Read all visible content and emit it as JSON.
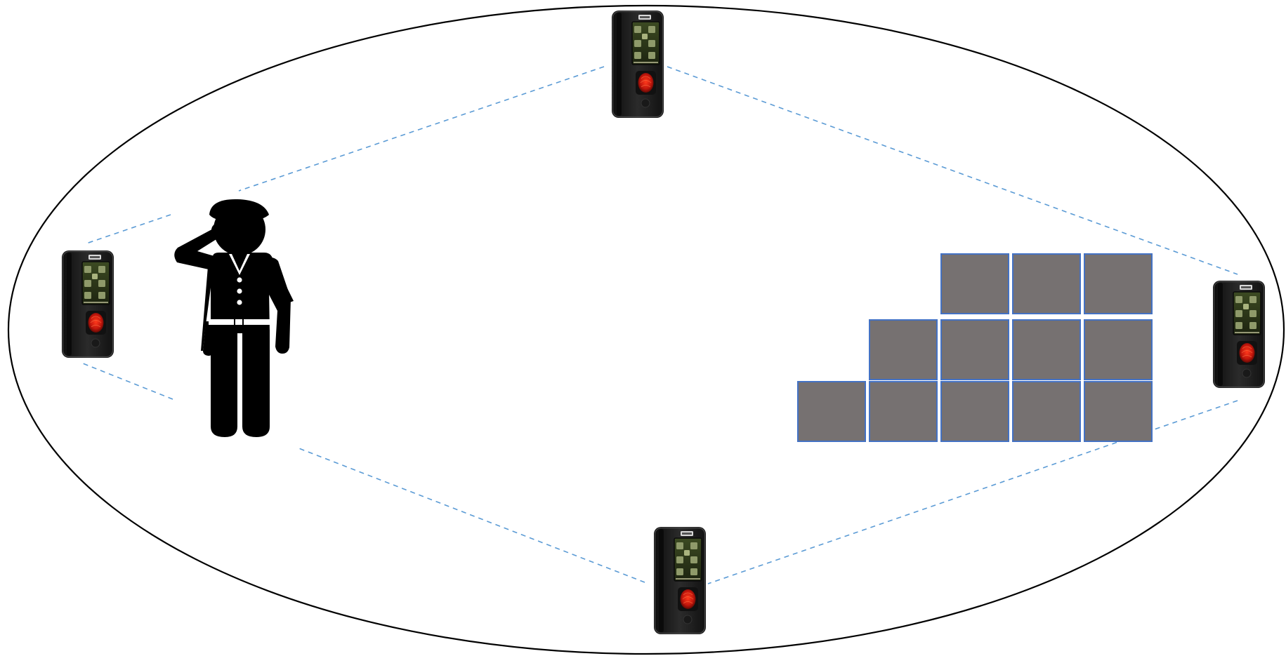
{
  "diagram": {
    "boundary": {
      "shape": "ellipse",
      "stroke_color": "#000000"
    },
    "patrol_path": {
      "style": "dashed",
      "color": "#5b9bd5"
    },
    "readers": [
      {
        "id": "reader-top",
        "type": "fingerprint-terminal",
        "brand": ""
      },
      {
        "id": "reader-left",
        "type": "fingerprint-terminal",
        "brand": ""
      },
      {
        "id": "reader-right",
        "type": "fingerprint-terminal",
        "brand": ""
      },
      {
        "id": "reader-bottom",
        "type": "fingerprint-terminal",
        "brand": ""
      }
    ],
    "guard": {
      "icon": "security-guard-icon",
      "color": "#000000"
    },
    "block_stack": {
      "rows": [
        3,
        4,
        5
      ],
      "block_fill": "#767171",
      "block_stroke": "#4472c4"
    },
    "device_colors": {
      "body": "#1e1e1e",
      "edge": "#3a3a3a",
      "screen_bg": "#2f3b1a",
      "screen_tile": "#8f9a6a",
      "sensor": "#c2160c"
    }
  }
}
